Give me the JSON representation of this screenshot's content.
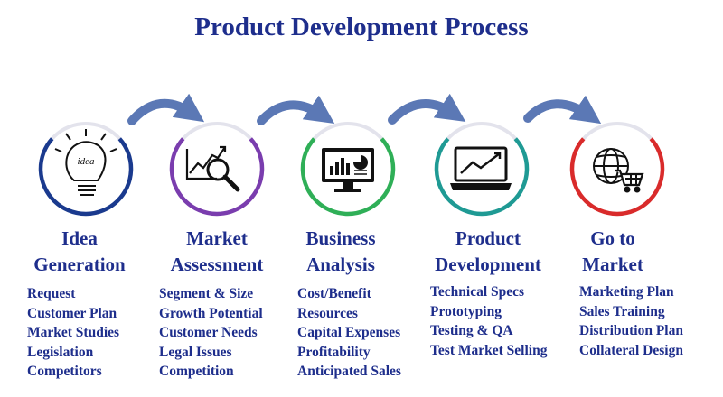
{
  "title": "Product Development Process",
  "stages": [
    {
      "title_lines": [
        "Idea",
        "Generation"
      ],
      "color": "#1a3a8e",
      "icon": "lightbulb-idea-icon",
      "icon_text": "idea",
      "items": [
        "Request",
        "Customer Plan",
        "Market Studies",
        "Legislation",
        "Competitors"
      ]
    },
    {
      "title_lines": [
        "Market",
        "Assessment"
      ],
      "color": "#7a3dae",
      "icon": "chart-magnifier-icon",
      "items": [
        "Segment & Size",
        "Growth Potential",
        "Customer Needs",
        "Legal Issues",
        "Competition"
      ]
    },
    {
      "title_lines": [
        "Business",
        "Analysis"
      ],
      "color": "#2faf57",
      "icon": "monitor-charts-icon",
      "items": [
        "Cost/Benefit",
        "Resources",
        "Capital Expenses",
        "Profitability",
        "Anticipated Sales"
      ]
    },
    {
      "title_lines": [
        "Product",
        "Development"
      ],
      "color": "#1f9a94",
      "icon": "laptop-trend-icon",
      "items": [
        "Technical Specs",
        "Prototyping",
        "Testing & QA",
        "Test Market Selling"
      ]
    },
    {
      "title_lines": [
        "Go to",
        "Market"
      ],
      "color": "#d92b2b",
      "icon": "globe-cart-icon",
      "items": [
        "Marketing Plan",
        "Sales Training",
        "Distribution Plan",
        "Collateral Design"
      ]
    }
  ],
  "colors": {
    "text": "#1e2e8c",
    "arrow": "#5b78b5"
  }
}
